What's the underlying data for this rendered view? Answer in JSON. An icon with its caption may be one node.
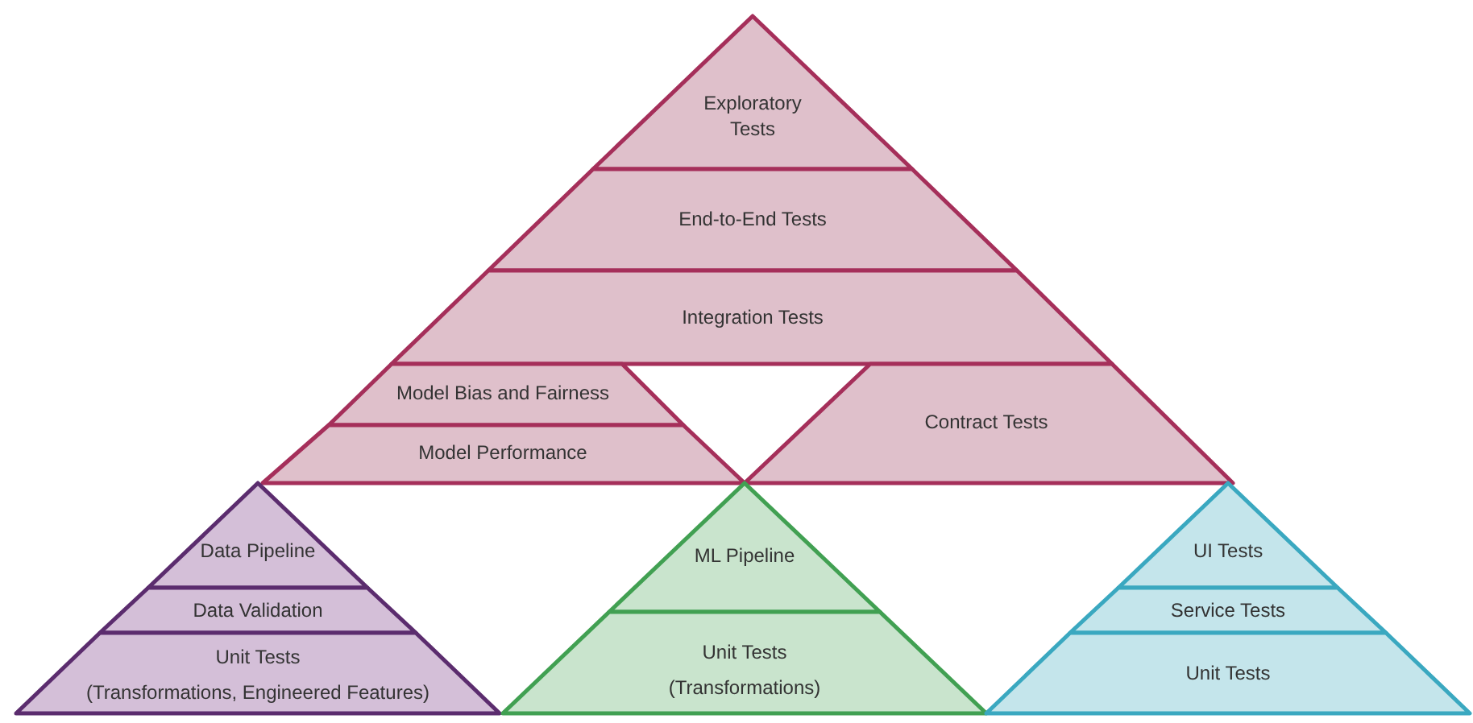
{
  "diagram": {
    "nodes": [
      {
        "text": [
          "Exploratory Tests"
        ]
      },
      {
        "text": [
          "End-to-End Tests"
        ]
      },
      {
        "text": [
          "Integration Tests"
        ]
      },
      {
        "text": [
          "Model Bias and Fairness"
        ]
      },
      {
        "text": [
          "Model Performance"
        ]
      },
      {
        "text": [
          "Contract Tests"
        ]
      },
      {
        "text": [
          "Data Pipeline"
        ]
      },
      {
        "text": [
          "Data Validation"
        ]
      },
      {
        "text": [
          "Unit Tests",
          "(Transformations, Engineered Features)"
        ]
      },
      {
        "text": [
          "ML Pipeline"
        ]
      },
      {
        "text": [
          "Unit Tests",
          "(Transformations)"
        ]
      },
      {
        "text": [
          "UI Tests"
        ]
      },
      {
        "text": [
          "Service Tests"
        ]
      },
      {
        "text": [
          "Unit Tests"
        ]
      }
    ]
  }
}
